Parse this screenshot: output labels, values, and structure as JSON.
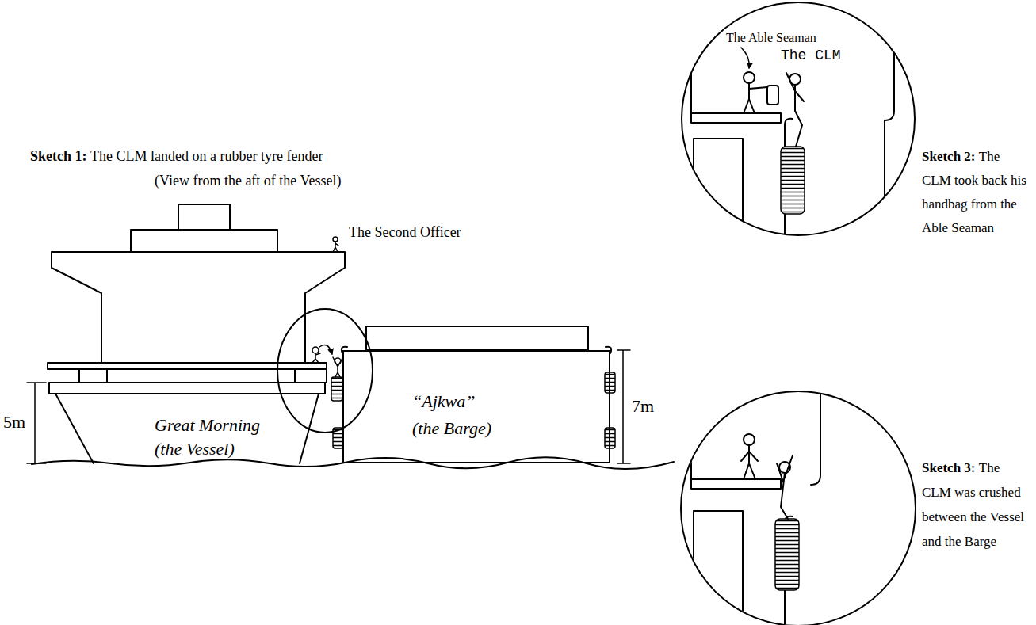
{
  "diagram": {
    "nodes": [
      {
        "text": [
          "Great Morning",
          "(the Vessel)"
        ]
      },
      {
        "text": [
          "“Ajkwa”",
          "(the Barge)"
        ]
      },
      {
        "text": [
          "The Able Seaman",
          "The CLM"
        ]
      }
    ],
    "labels": [
      "Sketch 1:",
      "The CLM landed on a rubber tyre fender",
      "(View from the aft of the Vessel)",
      "The Second Officer",
      "5m",
      "7m",
      "Sketch 2:",
      "The CLM took back his handbag from the Able Seaman",
      "Sketch 3:",
      "The CLM was crushed between the Vessel and the Barge"
    ]
  }
}
